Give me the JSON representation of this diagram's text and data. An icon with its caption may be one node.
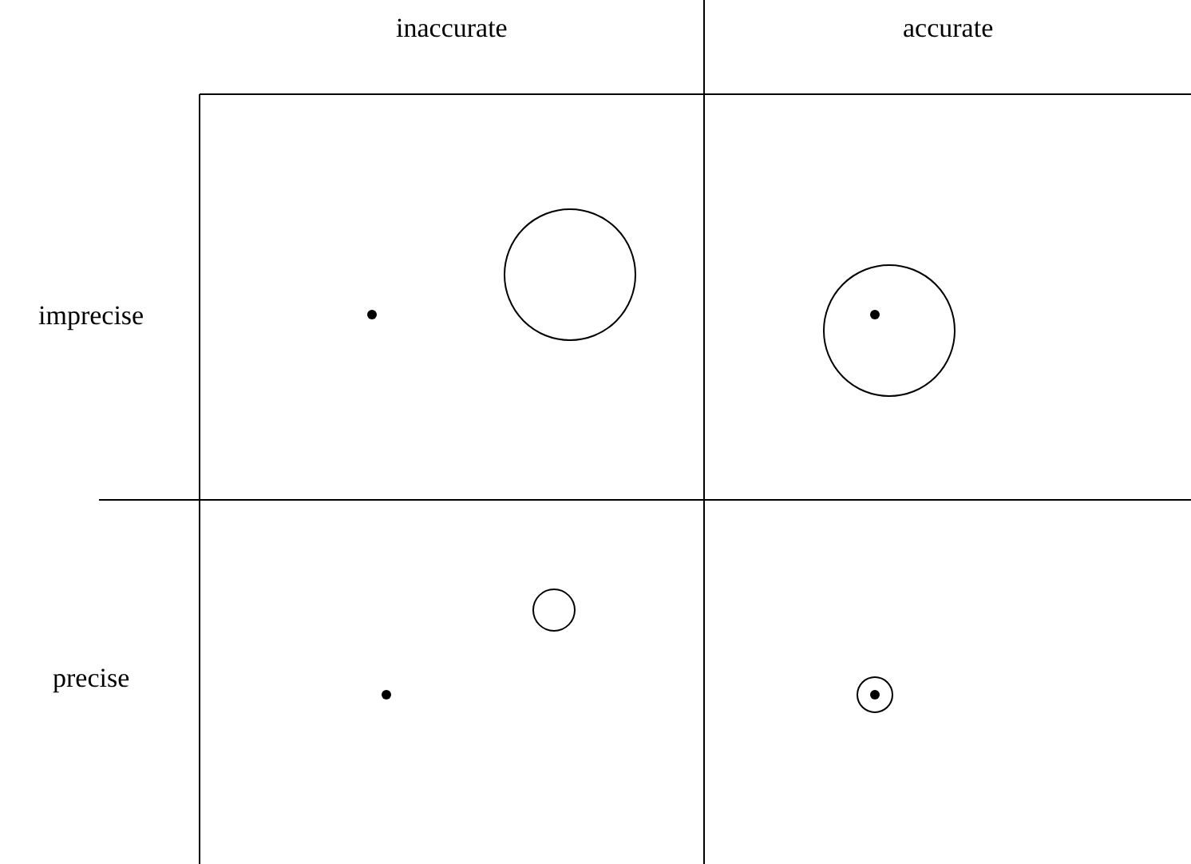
{
  "diagram": {
    "labels": [
      "inaccurate",
      "accurate",
      "imprecise",
      "precise"
    ]
  }
}
